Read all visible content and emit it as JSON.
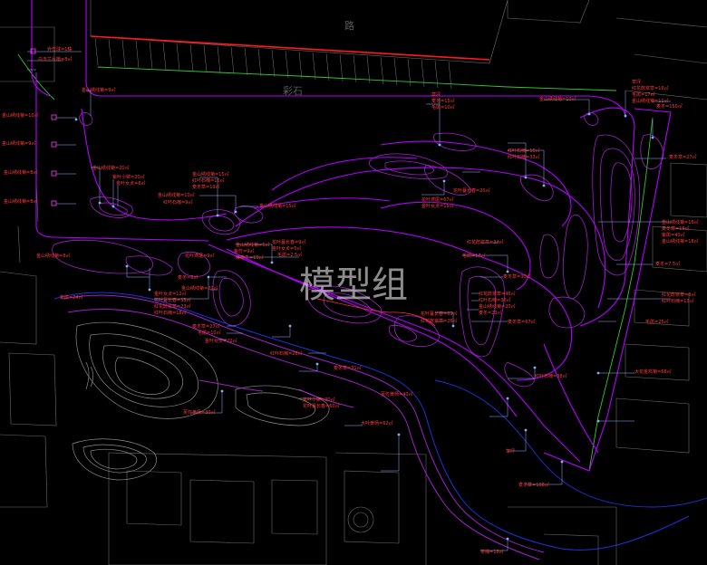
{
  "watermark": "模型组",
  "street_label": "路",
  "stone_label": "彩石",
  "colors": {
    "boundary": "#b400ff",
    "planting": "#a020c8",
    "water": "#2030d8",
    "terrain": "#8a8a8a",
    "road_red": "#ff1a1a",
    "road_green": "#30c830",
    "leader": "#8fb8ff",
    "label": "#ff3a3a"
  },
  "labels": {
    "l1": "乔竹球=1株",
    "l2": "白玉兰片植=8㎡",
    "l3": "金山绣线菊=9㎡",
    "l4": "金山绣线菊=10㎡",
    "l5": "金山绣线菊=9㎡",
    "l6": "金山绣线菊=8㎡",
    "l7": "金山绣线菊=8㎡",
    "l8": "金山绣线菊=8㎡",
    "l9": "金山绣线菊=20㎡",
    "l10": "紫叶小檗=20㎡",
    "l11": "金叶女贞=8㎡",
    "l12": "金山绣线菊=15㎡",
    "l13": "红叶石楠=16㎡",
    "l14": "麦冬草=19㎡",
    "l15": "金山绣线菊=10㎡",
    "l16": "红叶石楠=9㎡",
    "l17": "金山绣线菊=15㎡",
    "l18": "花叶鸢尾=9㎡",
    "l19": "草坪",
    "l20": "麦冬=15㎡",
    "l21": "毛鹃=10㎡",
    "l22": "金山绣线菊=10㎡",
    "l23": "草坪",
    "l24": "红花酢浆草=16㎡",
    "l25": "毛鹃=17㎡",
    "l26": "金山绣线菊=11㎡",
    "l27": "麦冬=150㎡",
    "l28": "花叶鸢尾=67㎡",
    "l29": "金叶女贞=15㎡",
    "l30": "花叶蔓长春=20㎡",
    "l31": "红叶石楠=10㎡",
    "l32": "红叶石楠=33㎡",
    "l33": "麦冬草=27㎡",
    "l34": "金山绣线菊=16㎡",
    "l35": "麦冬草=19㎡",
    "l36": "紫鹃=40㎡",
    "l37": "金山绣线菊=18㎡",
    "l38": "麦冬=7.5㎡",
    "l39": "红花酢浆草=8㎡",
    "l40": "红叶石楠=13㎡",
    "l41": "毛鹃=25㎡",
    "l42": "金山绣线菊=5㎡",
    "l43": "紫竹=9㎡",
    "l44": "矮牵牛=15㎡",
    "l45": "花叶蔓长春=9㎡",
    "l46": "金叶女贞=5㎡",
    "l47": "毛鹃=2.5㎡",
    "l48": "麦冬=6㎡",
    "l49": "金山绣线菊=22㎡",
    "l50": "紫鹃=24㎡",
    "l51": "金叶女贞=12㎡",
    "l52": "花叶蔓长春=35㎡",
    "l53": "红花酢浆草=23㎡",
    "l54": "红叶石楠=18㎡",
    "l55": "麦冬草=27㎡",
    "l56": "毛鹃=10㎡",
    "l57": "金叶女贞=22㎡",
    "l58": "红叶石楠=28㎡",
    "l59": "大花金鸡菊=68㎡",
    "l60": "红花酢浆草=34㎡",
    "l61": "毛鹃=17㎡",
    "l62": "麦冬草=30㎡",
    "l63": "红花酢浆草=46㎡",
    "l64": "红叶石楠=36㎡",
    "l65": "金山绣线菊=20㎡",
    "l66": "麦冬=23㎡",
    "l67": "草坪",
    "l68": "芙竹黄杨=40㎡",
    "l69": "麦冬草=67㎡",
    "l70": "花叶蔓长春=69㎡",
    "l71": "红花酢浆草=26㎡",
    "l72": "麦冬草=31㎡",
    "l73": "紫叶小檗=30㎡",
    "l74": "花叶蔓长春=60㎡",
    "l75": "芙竹黄杨=30㎡",
    "l76": "大叶黄杨=62㎡",
    "l77": "红叶石楠=38㎡",
    "l78": "茶梅=18㎡",
    "l79": "麦冬草=108㎡"
  }
}
